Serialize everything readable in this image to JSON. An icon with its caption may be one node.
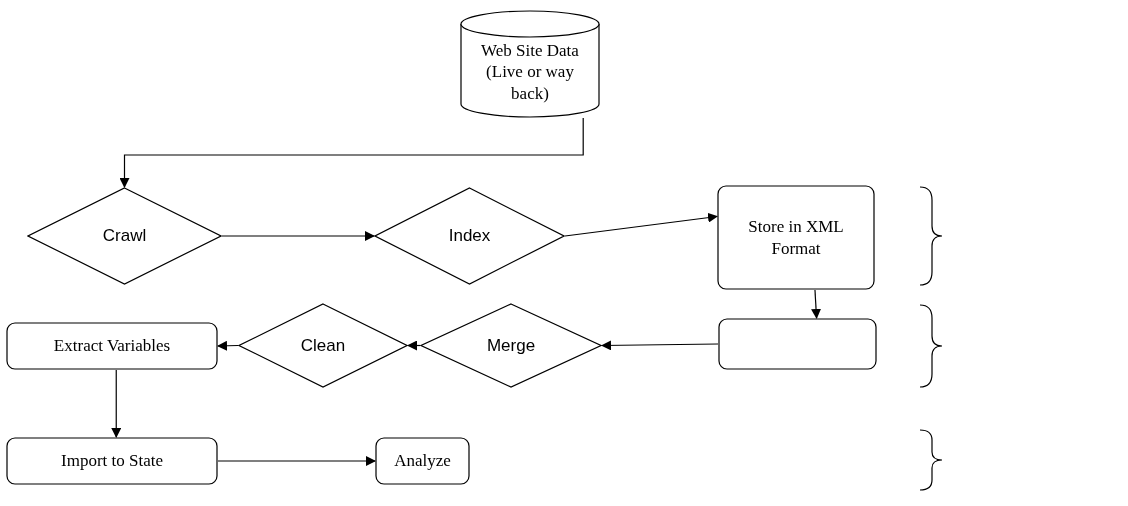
{
  "diagram": {
    "nodes": [
      {
        "text": [
          "Web Site Data (Live or way back)"
        ]
      },
      {
        "text": [
          "Crawl"
        ]
      },
      {
        "text": [
          "Index"
        ]
      },
      {
        "text": [
          "Store in XML Format"
        ]
      },
      {
        "text": [],
        "shape": "box"
      },
      {
        "text": [
          "Merge"
        ]
      },
      {
        "text": [
          "Clean"
        ]
      },
      {
        "text": [
          "Extract Variables"
        ]
      },
      {
        "text": [
          "Import to State"
        ]
      },
      {
        "text": [
          "Analyze"
        ]
      }
    ],
    "edges": [
      {
        "from": 0,
        "to": 1,
        "arrow": "to"
      },
      {
        "from": 1,
        "to": 2,
        "arrow": "to"
      },
      {
        "from": 2,
        "to": 3,
        "arrow": "to"
      },
      {
        "from": 3,
        "to": 4,
        "arrow": "to"
      },
      {
        "from": 4,
        "to": 5,
        "arrow": "to"
      },
      {
        "from": 5,
        "to": 6,
        "arrow": "to"
      },
      {
        "from": 6,
        "to": 7,
        "arrow": "to"
      },
      {
        "from": 7,
        "to": 8,
        "arrow": "to"
      },
      {
        "from": 8,
        "to": 9,
        "arrow": "to"
      }
    ]
  }
}
